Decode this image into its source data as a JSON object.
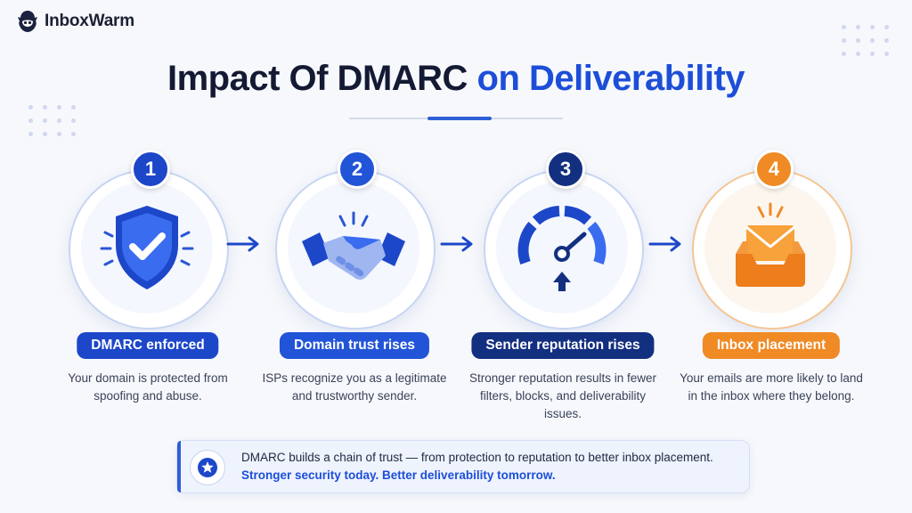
{
  "brand": {
    "name": "InboxWarm"
  },
  "title": {
    "main": "Impact Of DMARC",
    "highlight": "on Deliverability"
  },
  "steps": [
    {
      "number": "1",
      "label": "DMARC enforced",
      "description": "Your domain is protected from spoofing and abuse.",
      "color": "#1d47c9",
      "icon": "shield-check-icon"
    },
    {
      "number": "2",
      "label": "Domain trust rises",
      "description": "ISPs recognize you as a legitimate and trustworthy sender.",
      "color": "#2254d8",
      "icon": "handshake-icon"
    },
    {
      "number": "3",
      "label": "Sender reputation rises",
      "description": "Stronger reputation results in fewer filters, blocks, and deliverability issues.",
      "color": "#132f80",
      "icon": "gauge-icon"
    },
    {
      "number": "4",
      "label": "Inbox placement",
      "description": "Your emails are more likely to land in the inbox where they belong.",
      "color": "#f08a24",
      "icon": "inbox-envelope-icon"
    }
  ],
  "banner": {
    "text": "DMARC builds a chain of trust — from protection to reputation to better inbox placement.",
    "highlight": "Stronger security today. Better deliverability tomorrow.",
    "icon": "star-icon"
  },
  "colors": {
    "accent": "#1d4ed8",
    "dark": "#141a33",
    "orange": "#f08a24"
  }
}
